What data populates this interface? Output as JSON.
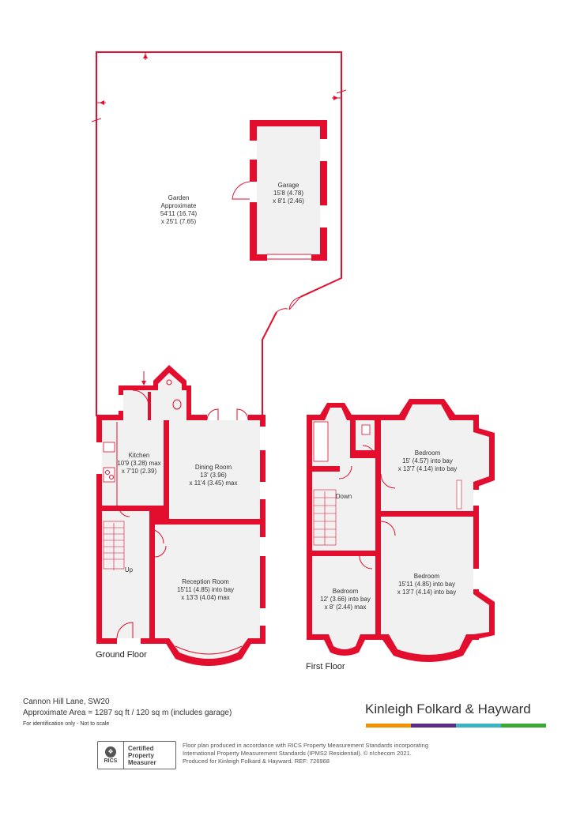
{
  "rooms": {
    "garden": {
      "name": "Garden",
      "line2": "Approximate",
      "line3": "54'11 (16.74)",
      "line4": "x 25'1 (7.65)"
    },
    "garage": {
      "name": "Garage",
      "line2": "15'8 (4.78)",
      "line3": "x 8'1 (2.46)"
    },
    "kitchen": {
      "name": "Kitchen",
      "line2": "10'9 (3.28) max",
      "line3": "x 7'10 (2.39)"
    },
    "dining": {
      "name": "Dining Room",
      "line2": "13' (3.96)",
      "line3": "x 11'4 (3.45) max"
    },
    "reception": {
      "name": "Reception Room",
      "line2": "15'11 (4.85) into bay",
      "line3": "x 13'3 (4.04) max"
    },
    "bedroom1": {
      "name": "Bedroom",
      "line2": "15' (4.57) into bay",
      "line3": "x 13'7 (4.14) into bay"
    },
    "bedroom2": {
      "name": "Bedroom",
      "line2": "15'11 (4.85) into bay",
      "line3": "x 13'7 (4.14) into bay"
    },
    "bedroom3": {
      "name": "Bedroom",
      "line2": "12' (3.66) into bay",
      "line3": "x 8' (2.44) max"
    }
  },
  "stairs": {
    "up": "Up",
    "down": "Down"
  },
  "floors": {
    "ground": "Ground Floor",
    "first": "First Floor"
  },
  "property": {
    "address": "Cannon Hill Lane, SW20",
    "area": "Approximate Area = 1287 sq ft / 120 sq m (includes garage)",
    "identification": "For identification only - Not to scale"
  },
  "brand": {
    "name": "Kinleigh Folkard & Hayward",
    "colors": [
      "#f39200",
      "#5b2a86",
      "#3bb3c3",
      "#3aaa35"
    ]
  },
  "rics": {
    "logo": "RICS",
    "line1": "Certified",
    "line2": "Property",
    "line3": "Measurer"
  },
  "disclaimer": {
    "line1": "Floor plan produced in accordance with RICS Property Measurement Standards incorporating",
    "line2": "International Property Measurement Standards (IPMS2 Residential).  © n!checom 2021.",
    "line3": "Produced for Kinleigh Folkard & Hayward.   REF: 726968"
  },
  "colors": {
    "wall": "#e30e2e",
    "floor": "#f1f1f1"
  }
}
